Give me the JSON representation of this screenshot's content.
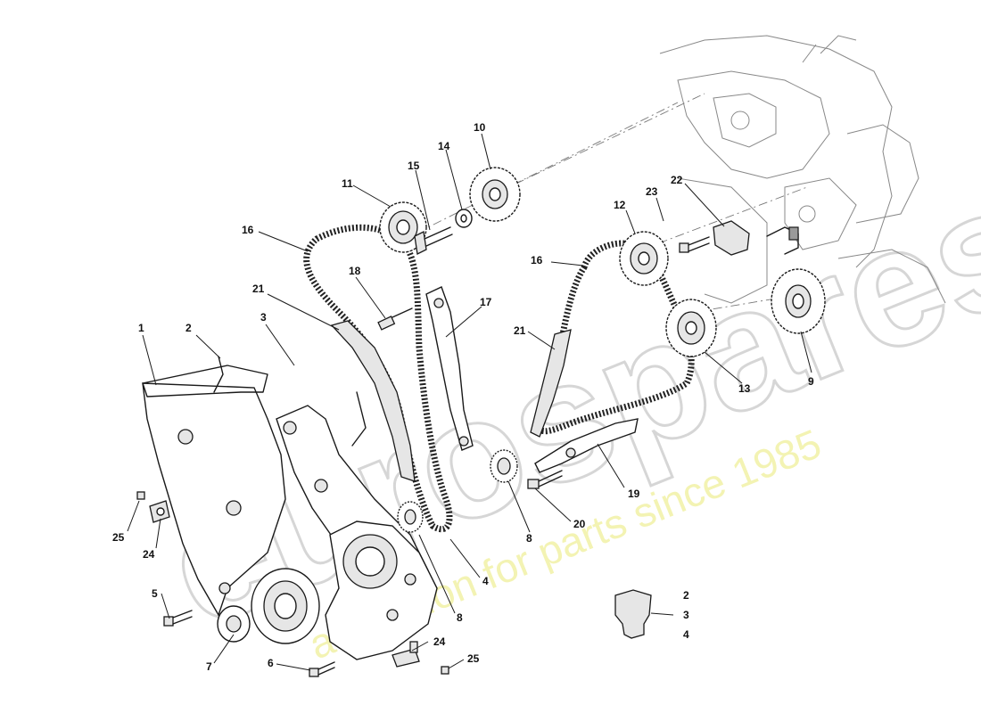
{
  "watermark": {
    "brand": "eurospares",
    "tagline": "a passion for parts since 1985"
  },
  "callouts": [
    {
      "id": "c1",
      "label": "1"
    },
    {
      "id": "c2",
      "label": "2"
    },
    {
      "id": "c3",
      "label": "3"
    },
    {
      "id": "c4",
      "label": "4"
    },
    {
      "id": "c5",
      "label": "5"
    },
    {
      "id": "c6",
      "label": "6"
    },
    {
      "id": "c7",
      "label": "7"
    },
    {
      "id": "c8a",
      "label": "8"
    },
    {
      "id": "c8b",
      "label": "8"
    },
    {
      "id": "c9",
      "label": "9"
    },
    {
      "id": "c10",
      "label": "10"
    },
    {
      "id": "c11",
      "label": "11"
    },
    {
      "id": "c12",
      "label": "12"
    },
    {
      "id": "c13",
      "label": "13"
    },
    {
      "id": "c14",
      "label": "14"
    },
    {
      "id": "c15",
      "label": "15"
    },
    {
      "id": "c16a",
      "label": "16"
    },
    {
      "id": "c16b",
      "label": "16"
    },
    {
      "id": "c17",
      "label": "17"
    },
    {
      "id": "c18",
      "label": "18"
    },
    {
      "id": "c19",
      "label": "19"
    },
    {
      "id": "c20",
      "label": "20"
    },
    {
      "id": "c21a",
      "label": "21"
    },
    {
      "id": "c21b",
      "label": "21"
    },
    {
      "id": "c22",
      "label": "22"
    },
    {
      "id": "c23",
      "label": "23"
    },
    {
      "id": "c24a",
      "label": "24"
    },
    {
      "id": "c24b",
      "label": "24"
    },
    {
      "id": "c25a",
      "label": "25"
    },
    {
      "id": "c25b",
      "label": "25"
    }
  ],
  "legend": {
    "labels": [
      "2",
      "3",
      "4"
    ]
  }
}
